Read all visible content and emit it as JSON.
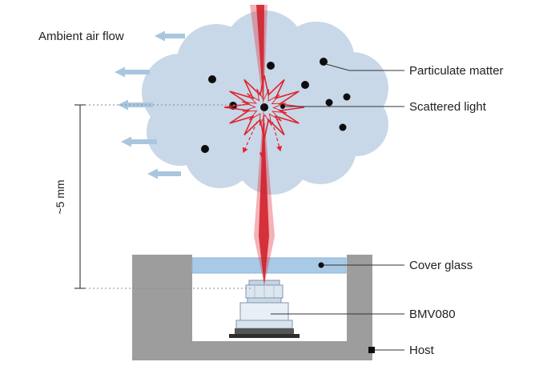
{
  "diagram": {
    "labels": {
      "ambient_air_flow": "Ambient air flow",
      "dimension": "~5 mm",
      "particulate_matter": "Particulate matter",
      "scattered_light": "Scattered light",
      "cover_glass": "Cover glass",
      "sensor": "BMV080",
      "host": "Host"
    },
    "colors": {
      "cloud": "#c8d8e8",
      "air_arrow": "#a9c6de",
      "laser_outer": "#e2333e",
      "laser_core": "#cf1f2a",
      "scatter": "#e0242e",
      "particle": "#0d0d0d",
      "host": "#9d9d9d",
      "cover_glass": "#a9cae6",
      "leader": "#333333",
      "text": "#1f1f1f"
    }
  }
}
